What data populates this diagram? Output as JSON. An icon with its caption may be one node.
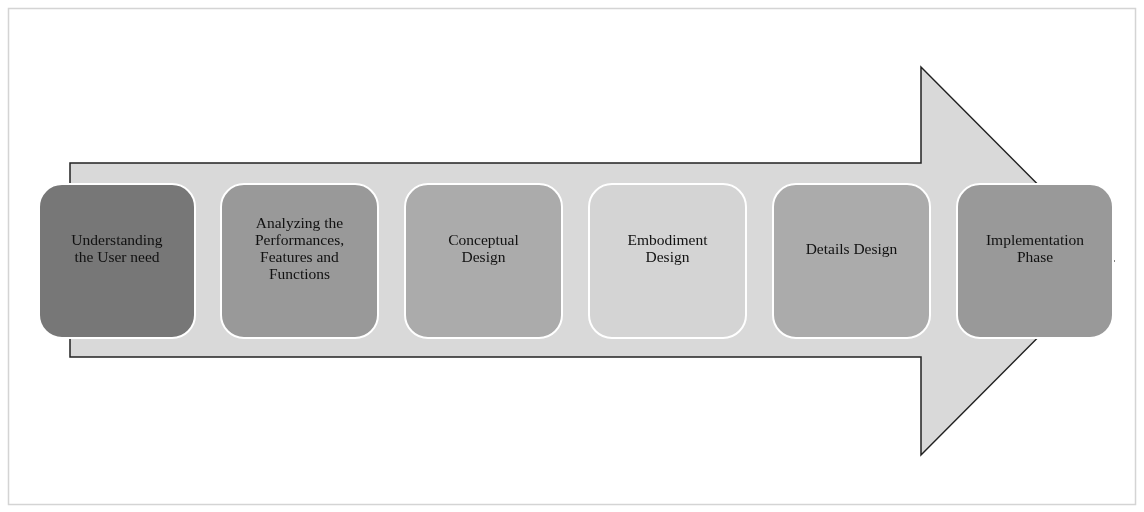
{
  "diagram": {
    "nodes": [
      {
        "text": [
          "Understanding the User need"
        ]
      },
      {
        "text": [
          "Analyzing the Performances, Features and Functions"
        ]
      },
      {
        "text": [
          "Conceptual Design"
        ]
      },
      {
        "text": [
          "Embodiment Design"
        ]
      },
      {
        "text": [
          "Details Design"
        ]
      },
      {
        "text": [
          "Implementation Phase"
        ]
      }
    ],
    "edges": [
      {
        "from": 0,
        "to": 5,
        "arrow": "to"
      }
    ]
  }
}
